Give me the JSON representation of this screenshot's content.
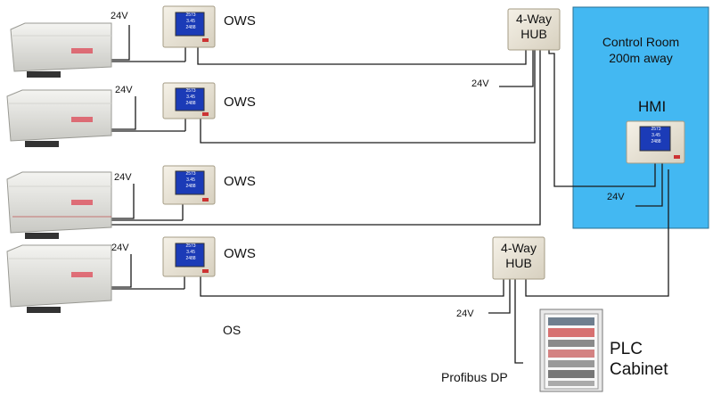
{
  "labels": {
    "v24": "24V",
    "ows": "OWS",
    "hub": "4-Way\nHUB",
    "control_room": "Control Room\n200m away",
    "hmi": "HMI",
    "os": "OS",
    "plc": "PLC\nCabinet",
    "profibus": "Profibus DP"
  },
  "screen_readout": [
    "2573",
    "3.45",
    "2488"
  ],
  "colors": {
    "control_room_fill": "#43b8f2",
    "wire": "#1a1a1a",
    "hub_fill": "#efe9dc",
    "ows_fill": "#ece6d8"
  },
  "icons": [
    "analyzer-unit",
    "ows-panel",
    "hub-box",
    "hmi-panel",
    "plc-cabinet"
  ]
}
